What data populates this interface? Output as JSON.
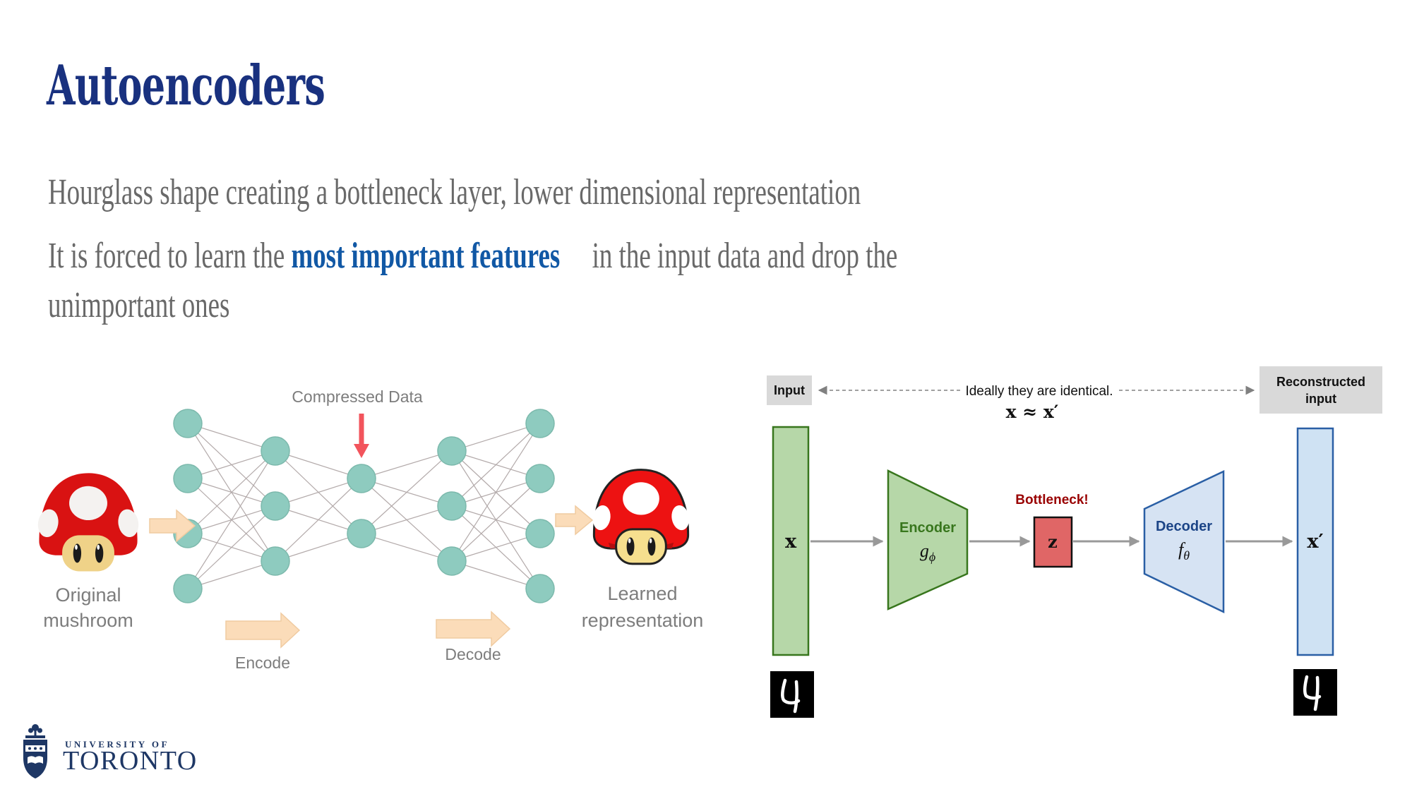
{
  "slide": {
    "title": "Autoencoders",
    "paragraph1": "Hourglass shape creating a bottleneck layer, lower dimensional representation",
    "paragraph2": {
      "prefix": "It is forced to learn the ",
      "highlight": "most important features",
      "suffix": "in the input data and drop the",
      "line2": "unimportant ones"
    }
  },
  "left_diagram": {
    "type": "autoencoder-network-illustration",
    "compressed_data_label": "Compressed Data",
    "encode_label": "Encode",
    "decode_label": "Decode",
    "input_caption": [
      "Original",
      "mushroom"
    ],
    "output_caption": [
      "Learned",
      "representation"
    ],
    "network": {
      "layers": [
        4,
        3,
        2,
        3,
        4
      ]
    },
    "colors": {
      "node": "#8ecbbf",
      "edge": "#b3aaaa",
      "block_arrow": "#fbdcb9",
      "down_arrow": "#f2545c",
      "label_text": "#7d7d7d",
      "mushroom_cap": "#dd1111",
      "mushroom_face": "#f3d98e"
    }
  },
  "right_diagram": {
    "input_box_label": "Input",
    "reconstructed_box_label": [
      "Reconstructed",
      "input"
    ],
    "identical_text": "Ideally they are identical.",
    "formula": "x ≈ x′",
    "input_vector_label": "x",
    "output_vector_label": "x′",
    "encoder_label": "Encoder",
    "encoder_symbol": {
      "base": "g",
      "subscript": "ϕ"
    },
    "decoder_label": "Decoder",
    "decoder_symbol": {
      "base": "f",
      "subscript": "θ"
    },
    "bottleneck_label": "Bottleneck!",
    "code_label": "z",
    "digit_left": "4",
    "digit_right": "4",
    "colors": {
      "encoder_fill": "#b6d7a8",
      "encoder_stroke": "#38761d",
      "decoder_fill": "#d6e3f3",
      "decoder_stroke": "#2a5fa5",
      "bottleneck_fill": "#e06666",
      "bottleneck_text": "#990000",
      "label_box_fill": "#d9d9d9",
      "arrow": "#999999"
    }
  },
  "footer": {
    "university_line1": "UNIVERSITY OF",
    "university_line2": "TORONTO"
  },
  "theme": {
    "background": "#ffffff",
    "title_color": "#19317f",
    "body_text_color": "#696969",
    "highlight_color": "#1158a5"
  }
}
